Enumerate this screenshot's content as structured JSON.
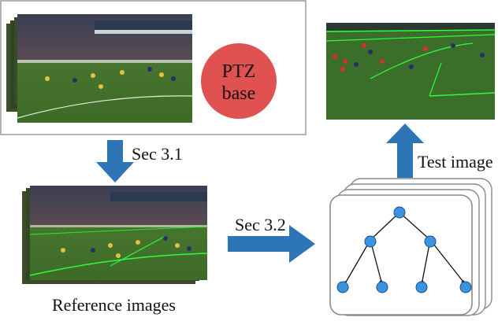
{
  "ptz_base": {
    "line1": "PTZ",
    "line2": "base"
  },
  "arrows": {
    "sec31": "Sec 3.1",
    "sec32": "Sec 3.2",
    "test_image": "Test image"
  },
  "reference_images_label": "Reference images",
  "colors": {
    "arrow_blue": "#2e75b6",
    "ptz_red": "#e05252",
    "node_blue": "#3a93e0",
    "pitch_green": "#3f6e2c",
    "field_line_green": "#2cff3c"
  }
}
